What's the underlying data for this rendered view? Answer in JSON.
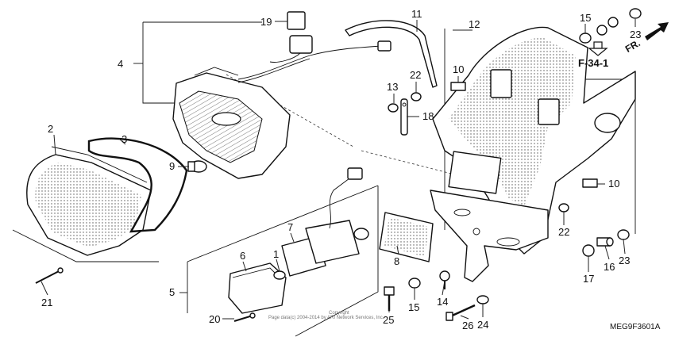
{
  "callouts": [
    {
      "id": "c19",
      "label": "19"
    },
    {
      "id": "c11",
      "label": "11"
    },
    {
      "id": "c12",
      "label": "12"
    },
    {
      "id": "c15a",
      "label": "15"
    },
    {
      "id": "c23a",
      "label": "23"
    },
    {
      "id": "c4",
      "label": "4"
    },
    {
      "id": "c10a",
      "label": "10"
    },
    {
      "id": "c13",
      "label": "13"
    },
    {
      "id": "c22a",
      "label": "22"
    },
    {
      "id": "c18",
      "label": "18"
    },
    {
      "id": "c2",
      "label": "2"
    },
    {
      "id": "c3",
      "label": "3"
    },
    {
      "id": "c9",
      "label": "9"
    },
    {
      "id": "c10b",
      "label": "10"
    },
    {
      "id": "c22b",
      "label": "22"
    },
    {
      "id": "c7",
      "label": "7"
    },
    {
      "id": "c6",
      "label": "6"
    },
    {
      "id": "c1",
      "label": "1"
    },
    {
      "id": "c8",
      "label": "8"
    },
    {
      "id": "c5",
      "label": "5"
    },
    {
      "id": "c21",
      "label": "21"
    },
    {
      "id": "c17",
      "label": "17"
    },
    {
      "id": "c16",
      "label": "16"
    },
    {
      "id": "c23b",
      "label": "23"
    },
    {
      "id": "c14",
      "label": "14"
    },
    {
      "id": "c15b",
      "label": "15"
    },
    {
      "id": "c20",
      "label": "20"
    },
    {
      "id": "c25",
      "label": "25"
    },
    {
      "id": "c26",
      "label": "26"
    },
    {
      "id": "c24",
      "label": "24"
    }
  ],
  "reference": {
    "page_ref": "F-34-1",
    "direction": "FR."
  },
  "diagram_code": "MEG9F3601A",
  "copyright": {
    "line1": "Copyright",
    "line2": "Page data(c) 2004-2014 by ARI Network Services, Inc."
  }
}
